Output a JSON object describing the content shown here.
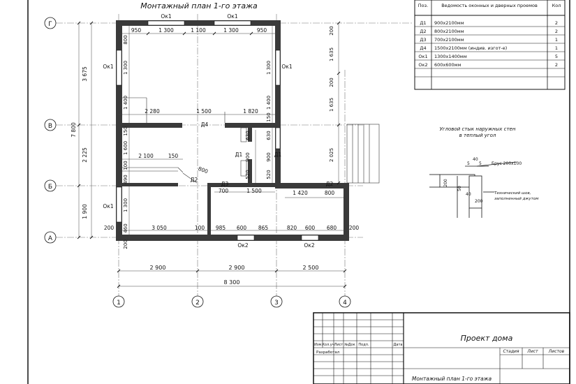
{
  "title": "Монтажный план 1-го этажа",
  "axes": {
    "letters": [
      "Г",
      "В",
      "Б",
      "А"
    ],
    "numbers": [
      "1",
      "2",
      "3",
      "4"
    ]
  },
  "dims": {
    "top": [
      "950",
      "1 300",
      "1 100",
      "1 300",
      "950"
    ],
    "mid": [
      "2 280",
      "1 500",
      "1 820"
    ],
    "row2": [
      "2 100",
      "150"
    ],
    "bottom_row": [
      "3 050",
      "100",
      "985",
      "600",
      "865",
      "820",
      "600",
      "680",
      "200"
    ],
    "left_outer": [
      "3 675",
      "2 225",
      "1 900"
    ],
    "total_left": "7 800",
    "left_inner": [
      "800",
      "1 300",
      "1 400",
      "150",
      "1 600",
      "100",
      "490",
      "1 300",
      "200",
      "460"
    ],
    "inner_vert": [
      "1 300",
      "1 400",
      "150",
      "630",
      "900",
      "520",
      "630",
      "900",
      "520"
    ],
    "right": [
      "200",
      "1 635",
      "200",
      "1 635",
      "2 025"
    ],
    "door_small": [
      "800",
      "700",
      "1 500",
      "1 420",
      "800"
    ],
    "bays": [
      "2 900",
      "2 900",
      "2 500"
    ],
    "total": "8 300",
    "bottom_200": "200"
  },
  "labels": {
    "ok1": "Ок1",
    "ok2": "Ок2",
    "d1": "Д1",
    "d2": "Д2",
    "d3": "Д3",
    "d4": "Д4"
  },
  "schedule": {
    "headers": [
      "Поз.",
      "Ведомость оконных и дверных проемов",
      "Кол"
    ],
    "rows": [
      [
        "Д1",
        "900х2100мм",
        "2"
      ],
      [
        "Д2",
        "800х2100мм",
        "2"
      ],
      [
        "Д3",
        "700х2100мм",
        "1"
      ],
      [
        "Д4",
        "1500х2100мм (индив. изгот-е)",
        "1"
      ],
      [
        "Ок1",
        "1300х1400мм",
        "5"
      ],
      [
        "Ок2",
        "600х600мм",
        "2"
      ]
    ]
  },
  "detail": {
    "title1": "Угловой стык наружных стен",
    "title2": "в теплый угол",
    "beam": "Брус 200х100",
    "seam1": "Технический шов,",
    "seam2": "заполненный джутом",
    "n5a": "5",
    "n40a": "40",
    "n5b": "5",
    "n200a": "200",
    "n50": "50",
    "n40b": "40",
    "n200b": "200"
  },
  "stamp": {
    "project": "Проект дома",
    "sheet_title": "Монтажный план 1-го этажа",
    "cols": [
      "Изм.",
      "Кол.уч",
      "Лист",
      "№Док",
      "Подп.",
      "Дата"
    ],
    "developer": "Разработал",
    "stage": "Стадия",
    "sheet": "Лист",
    "sheets": "Листов"
  }
}
